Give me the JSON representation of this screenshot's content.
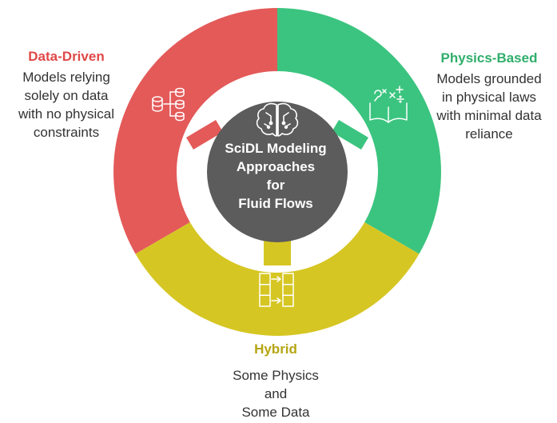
{
  "center": {
    "lines": [
      "SciDL Modeling",
      "Approaches",
      "for",
      "Fluid Flows"
    ],
    "icon": "brain-circuit-icon"
  },
  "segments": [
    {
      "id": "data-driven",
      "title": "Data-Driven",
      "description": [
        "Models relying",
        "solely on data",
        "with no physical",
        "constraints"
      ],
      "color": "#e35a59",
      "icon": "database-network-icon"
    },
    {
      "id": "physics-based",
      "title": "Physics-Based",
      "description": [
        "Models grounded",
        "in physical laws",
        "with minimal data",
        "reliance"
      ],
      "color": "#3bc47f",
      "icon": "math-book-icon"
    },
    {
      "id": "hybrid",
      "title": "Hybrid",
      "description": [
        "Some Physics",
        "and",
        "Some Data"
      ],
      "color": "#d6c623",
      "icon": "columns-transfer-icon"
    }
  ],
  "colors": {
    "center": "#5c5c5c",
    "data_title": "#e04848",
    "physics_title": "#2fae6b",
    "hybrid_title": "#b5a512"
  }
}
